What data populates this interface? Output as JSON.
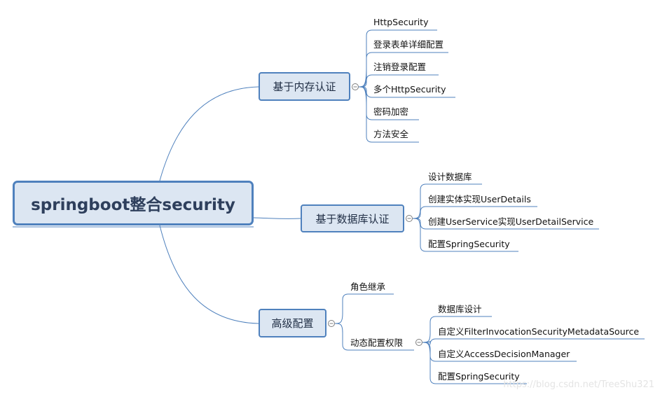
{
  "mindmap": {
    "root": "springboot整合security",
    "branches": [
      {
        "label": "基于内存认证",
        "children": [
          "HttpSecurity",
          "登录表单详细配置",
          "注销登录配置",
          "多个HttpSecurity",
          "密码加密",
          "方法安全"
        ]
      },
      {
        "label": "基于数据库认证",
        "children": [
          "设计数据库",
          "创建实体实现UserDetails",
          "创建UserService实现UserDetailService",
          "配置SpringSecurity"
        ]
      },
      {
        "label": "高级配置",
        "children": [
          {
            "label": "角色继承"
          },
          {
            "label": "动态配置权限",
            "children": [
              "数据库设计",
              "自定义FilterInvocationSecurityMetadataSource",
              "自定义AccessDecisionManager",
              "配置SpringSecurity"
            ]
          }
        ]
      }
    ]
  },
  "watermark": "https://blog.csdn.net/TreeShu321",
  "colors": {
    "line": "#4f81bd",
    "node_fill": "#dce6f2",
    "node_border": "#4f81bd"
  }
}
